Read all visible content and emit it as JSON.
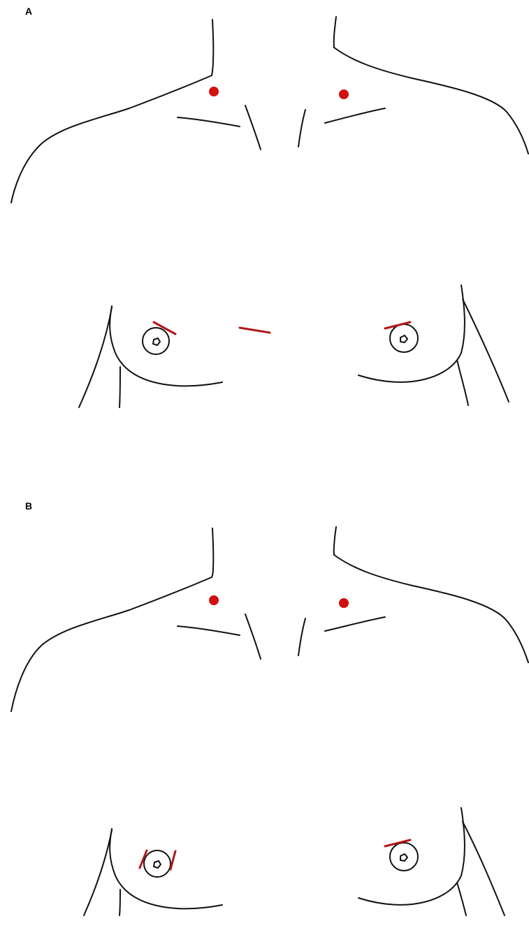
{
  "colors": {
    "outline": "#111111",
    "marker": "#d11010",
    "incision": "#b01818",
    "background": "#ffffff"
  },
  "panels": [
    {
      "label": "A",
      "markers": [
        "left-supraclavicular-dot",
        "right-supraclavicular-dot"
      ],
      "incisions": [
        "right-periareolar-incision",
        "parasternal-incision",
        "left-periareolar-incision"
      ]
    },
    {
      "label": "B",
      "markers": [
        "left-supraclavicular-dot",
        "right-supraclavicular-dot"
      ],
      "incisions": [
        "right-areola-lateral-incision-inner",
        "right-areola-lateral-incision-outer",
        "left-periareolar-incision"
      ]
    }
  ]
}
